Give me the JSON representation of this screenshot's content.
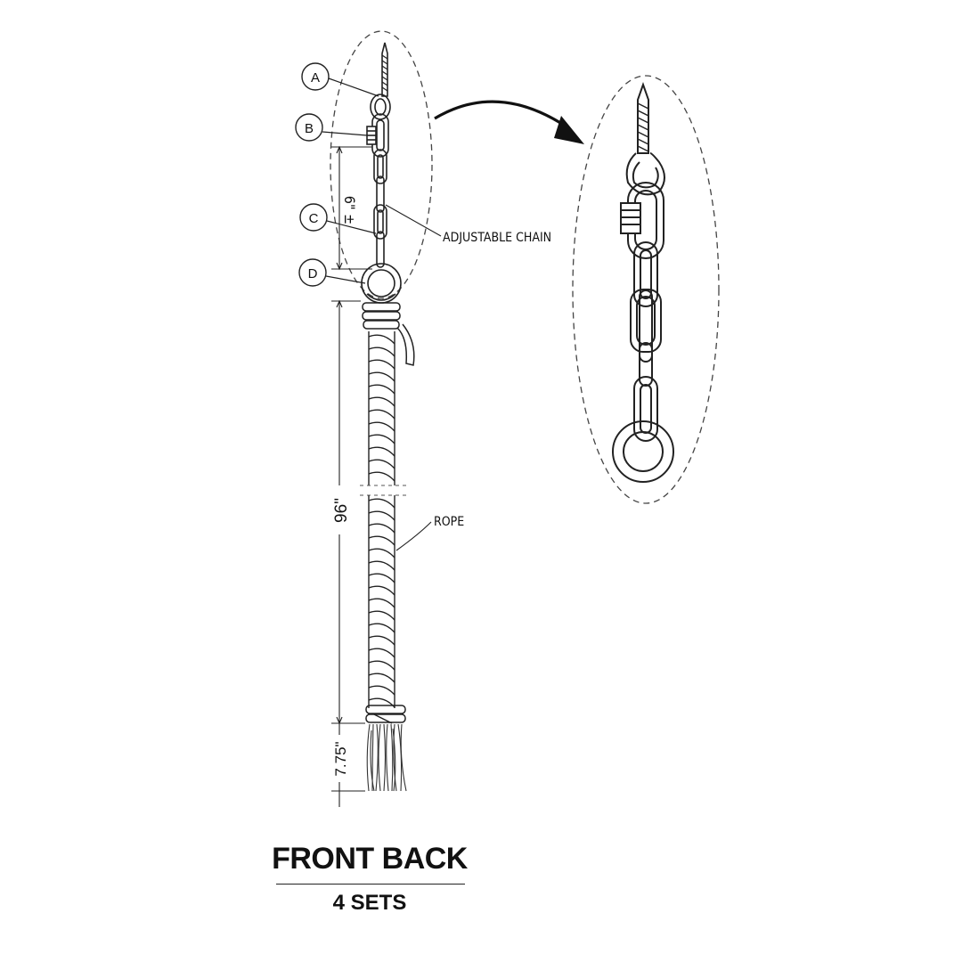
{
  "title": "FRONT BACK",
  "subtitle": "4 SETS",
  "callouts": {
    "a": "A",
    "b": "B",
    "c": "C",
    "d": "D"
  },
  "annotations": {
    "adjustable_chain": "ADJUSTABLE CHAIN",
    "rope": "ROPE"
  },
  "dimensions": {
    "chain_length": "6\" ±",
    "rope_length": "96\"",
    "tail_length": "7.75\""
  },
  "colors": {
    "line": "#222222",
    "background": "#ffffff"
  }
}
